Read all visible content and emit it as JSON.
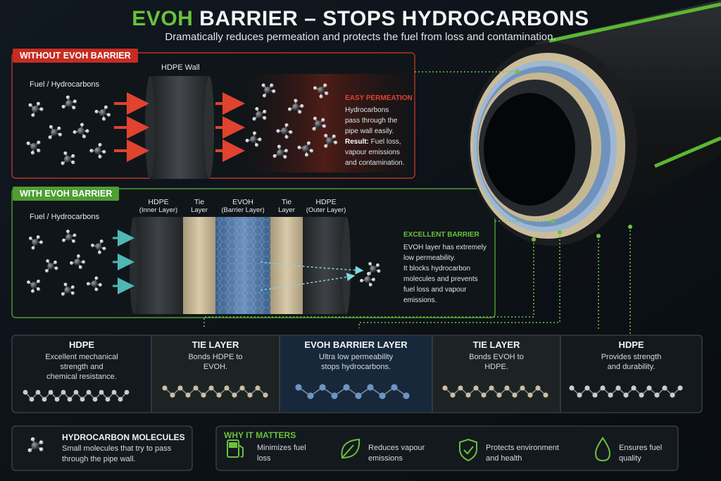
{
  "title": {
    "part1": "EVOH",
    "part2": " BARRIER – STOPS HYDROCARBONS"
  },
  "subtitle": "Dramatically reduces permeation and protects the fuel from loss and contamination.",
  "without": {
    "badge": "WITHOUT EVOH BARRIER",
    "fuel_label": "Fuel / Hydrocarbons",
    "wall_label": "HDPE Wall",
    "heading": "EASY PERMEATION",
    "text_lines": [
      "Hydrocarbons",
      "pass through the",
      "pipe wall easily."
    ],
    "result_label": "Result:",
    "result_lines": [
      " Fuel loss,",
      "vapour emissions",
      "and contamination."
    ]
  },
  "with": {
    "badge": "WITH EVOH BARRIER",
    "fuel_label": "Fuel / Hydrocarbons",
    "layers": [
      {
        "name": "HDPE",
        "sub": "(Inner Layer)"
      },
      {
        "name": "Tie",
        "sub": "Layer"
      },
      {
        "name": "EVOH",
        "sub": "(Barrier Layer)"
      },
      {
        "name": "Tie",
        "sub": "Layer"
      },
      {
        "name": "HDPE",
        "sub": "(Outer Layer)"
      }
    ],
    "heading": "EXCELLENT BARRIER",
    "text_lines": [
      "EVOH layer has extremely",
      "low permeability.",
      "It blocks hydrocarbon",
      "molecules and prevents",
      "fuel loss and vapour",
      "emissions."
    ]
  },
  "cards": [
    {
      "title": "HDPE",
      "lines": [
        "Excellent mechanical",
        "strength and",
        "chemical resistance."
      ]
    },
    {
      "title": "TIE LAYER",
      "lines": [
        "Bonds HDPE to",
        "EVOH."
      ]
    },
    {
      "title": "EVOH BARRIER LAYER",
      "lines": [
        "Ultra low permeability",
        "stops hydrocarbons."
      ]
    },
    {
      "title": "TIE LAYER",
      "lines": [
        "Bonds EVOH to",
        "HDPE."
      ]
    },
    {
      "title": "HDPE",
      "lines": [
        "Provides strength",
        "and durability."
      ]
    }
  ],
  "legend": {
    "title": "HYDROCARBON MOLECULES",
    "lines": [
      "Small molecules that try to pass",
      "through the pipe wall."
    ]
  },
  "why": {
    "title": "WHY IT MATTERS",
    "items": [
      {
        "icon": "fuel-pump-icon",
        "lines": [
          "Minimizes fuel",
          "loss"
        ]
      },
      {
        "icon": "leaf-icon",
        "lines": [
          "Reduces vapour",
          "emissions"
        ]
      },
      {
        "icon": "shield-check-icon",
        "lines": [
          "Protects environment",
          "and health"
        ]
      },
      {
        "icon": "drop-icon",
        "lines": [
          "Ensures fuel",
          "quality"
        ]
      }
    ]
  },
  "colors": {
    "green": "#69c23b",
    "red": "#c62c23",
    "hdpe": "#2b2e31",
    "tie": "#c9b995",
    "evoh": "#5c7ea6"
  }
}
